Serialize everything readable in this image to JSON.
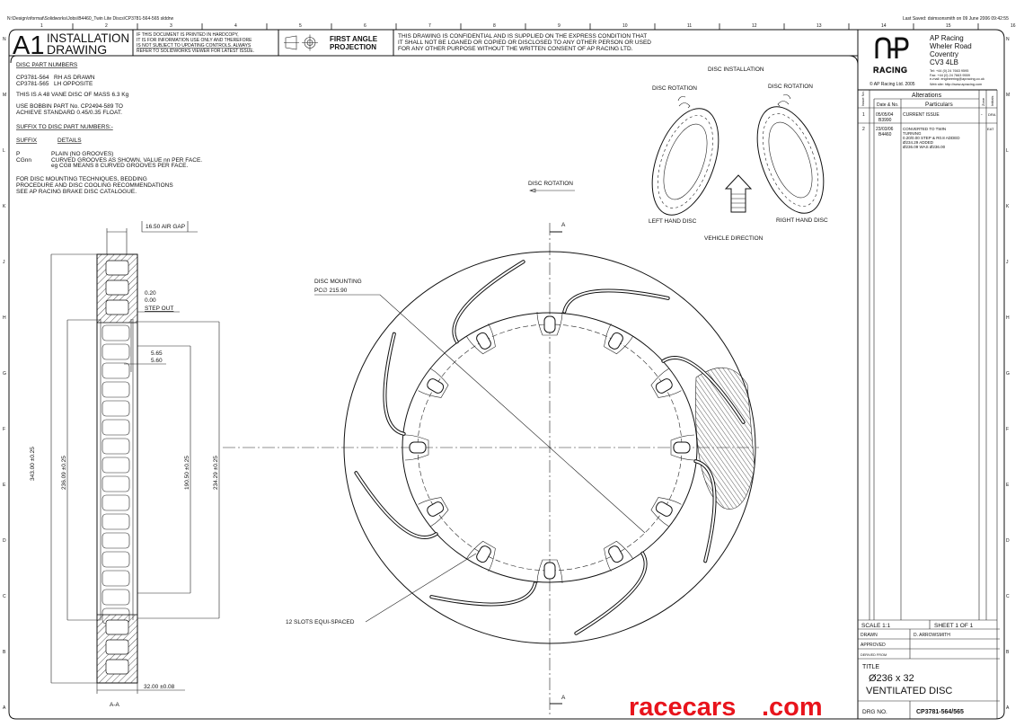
{
  "file_path_header": "N:\\Design\\nformat\\Solidworks\\Jobs\\B4460_Twin Lite Discs\\CP3781-564-565 slddrw",
  "last_saved": "Last Saved: dsimsonsmith on 09 June 2006 09:42:55",
  "ruler_numbers": [
    "1",
    "2",
    "3",
    "4",
    "5",
    "6",
    "7",
    "8",
    "9",
    "10",
    "11",
    "12",
    "13",
    "14",
    "15",
    "16"
  ],
  "ruler_letters": [
    "N",
    "M",
    "L",
    "K",
    "J",
    "H",
    "G",
    "F",
    "E",
    "D",
    "C",
    "B",
    "A"
  ],
  "header": {
    "sheet_size": "A1",
    "drawing_type_line1": "INSTALLATION",
    "drawing_type_line2": "DRAWING",
    "hardcopy_notice": [
      "IF THIS DOCUMENT IS PRINTED IN HARDCOPY,",
      "IT IS FOR INFORMATION USE ONLY AND THEREFORE",
      "IS NOT SUBJECT TO UPDATING CONTROLS. ALWAYS",
      "REFER TO SOLIDWORKS VIEWER FOR LATEST ISSUE."
    ],
    "projection_line1": "FIRST ANGLE",
    "projection_line2": "PROJECTION",
    "confidential_notice": [
      "THIS DRAWING IS CONFIDENTIAL AND IS SUPPLIED ON THE EXPRESS CONDITION THAT",
      "IT SHALL NOT BE LOANED OR COPIED OR DISCLOSED TO ANY OTHER PERSON OR USED",
      "FOR ANY OTHER PURPOSE WITHOUT THE WRITTEN CONSENT OF AP RACING LTD."
    ]
  },
  "notes": {
    "part_numbers_heading": "DISC PART NUMBERS",
    "parts": [
      {
        "number": "CP3781-564",
        "desc": "RH  AS DRAWN"
      },
      {
        "number": "CP3781-565",
        "desc": "LH  OPPOSITE"
      }
    ],
    "vane_note": "THIS IS A 48 VANE DISC OF MASS 6.3 Kg",
    "bobbin_note": [
      "USE BOBBIN PART No. CP2494-589 TO",
      "ACHIEVE STANDARD 0.45/0.35 FLOAT."
    ],
    "suffix_heading": "SUFFIX TO DISC PART NUMBERS:-",
    "suffix_col": "SUFFIX",
    "details_col": "DETAILS",
    "suffixes": [
      {
        "code": "P",
        "details": [
          "PLAIN (NO GROOVES)"
        ]
      },
      {
        "code": "CGnn",
        "details": [
          "CURVED GROOVES AS SHOWN, VALUE nn PER FACE.",
          "eg CG8 MEANS 8 CURVED GROOVES PER FACE."
        ]
      }
    ],
    "mounting_note": [
      "FOR DISC MOUNTING TECHNIQUES, BEDDING",
      "PROCEDURE AND DISC COOLING RECOMMENDATIONS",
      "SEE AP RACING BRAKE DISC CATALOGUE."
    ]
  },
  "section_view": {
    "air_gap": "16.50 AIR GAP",
    "step_out": [
      "0.20",
      "0.00",
      "STEP OUT"
    ],
    "step": [
      "5.65",
      "5.60"
    ],
    "dim_outer": "343.00 ±0.25",
    "dim_236": "236.09 ±0.25",
    "dim_190": "190.50 ±0.25",
    "dim_234": "234.29 ±0.25",
    "thickness": "32.00 ±0.08",
    "label": "A-A"
  },
  "main_view": {
    "disc_rotation": "DISC ROTATION",
    "mounting_label": [
      "DISC MOUNTING",
      "PC∅ 215.90"
    ],
    "slots_label": "12 SLOTS EQUI-SPACED",
    "section_marker": "A"
  },
  "installation": {
    "title": "DISC INSTALLATION",
    "left_rotation": "DISC ROTATION",
    "right_rotation": "DISC ROTATION",
    "left_disc": "LEFT HAND DISC",
    "right_disc": "RIGHT HAND DISC",
    "vehicle_direction": "VEHICLE DIRECTION"
  },
  "title_block": {
    "logo_text": "AP RACING",
    "company": [
      "AP Racing",
      "Wheler Road",
      "Coventry",
      "CV3 4LB"
    ],
    "contact": [
      "Tel:  +44 (0) 24 7663 9595",
      "Fax:  +44 (0) 24 7663 9559",
      "e-mail: engineering@apracing.co.uk",
      "Web site: http://www.apracing.com"
    ],
    "copyright": "© AP Racing Ltd. 2005",
    "alterations_heading": "Alterations",
    "col_issue": "Issue No.",
    "col_date": "Date & No.",
    "col_particulars": "Particulars",
    "col_zone": "Zone",
    "col_initials": "Initials",
    "alterations": [
      {
        "issue": "1",
        "date": "05/05/04",
        "no": "B3990",
        "particulars": [
          "CURRENT ISSUE"
        ],
        "zone": "-",
        "initials": "DRA"
      },
      {
        "issue": "2",
        "date": "23/03/06",
        "no": "B4460",
        "particulars": [
          "CONVERTED TO TWIN",
          "TURNING",
          "0.20/0.00 STEP & R0.8 ADDED",
          "Ø234.29 ADDED",
          "Ø236.09 WAS Ø236.00"
        ],
        "zone": "",
        "initials": "EAT"
      }
    ],
    "scale": "SCALE 1:1",
    "sheet": "SHEET 1 OF 1",
    "drawn_label": "DRAWN",
    "drawn_by": "D. ARROWSMITH",
    "approved_label": "APPROVED",
    "derived_label": "DERIVED FROM",
    "title_label": "TITLE",
    "title_line1": "Ø236 x 32",
    "title_line2": "VENTILATED DISC",
    "drg_label": "DRG NO.",
    "drg_no": "CP3781-564/565"
  },
  "watermark": {
    "left": "racecars",
    "right": ".com",
    "color": "#e8141c"
  }
}
